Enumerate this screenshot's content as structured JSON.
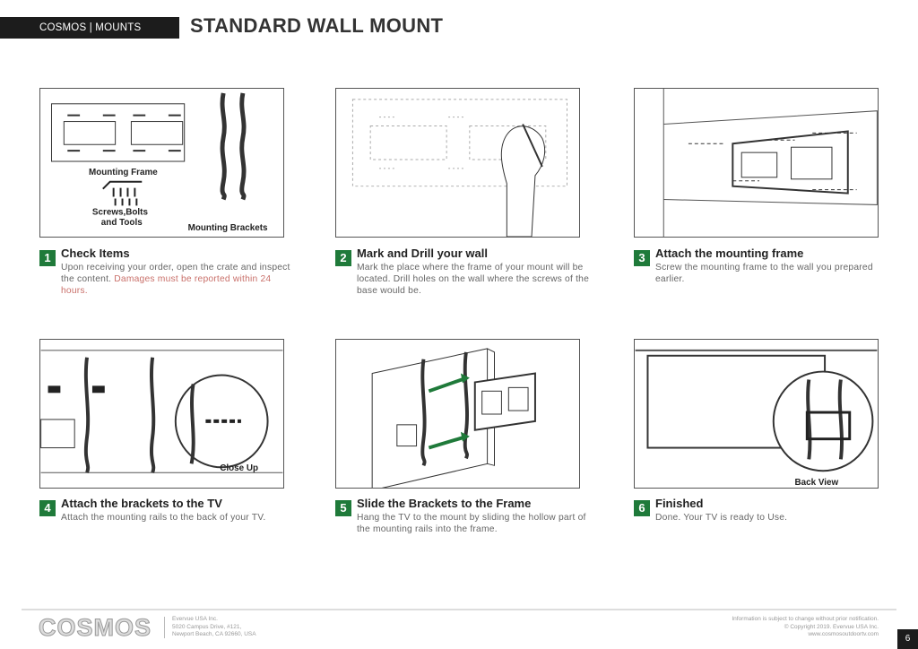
{
  "header": {
    "tag": "COSMOS  |  MOUNTS",
    "title": "STANDARD WALL MOUNT"
  },
  "panels": {
    "p1": {
      "frame_label": "Mounting Frame",
      "screws_label_1": "Screws,Bolts",
      "screws_label_2": "and Tools",
      "brackets_label": "Mounting Brackets"
    },
    "p4": {
      "closeup_label": "Close Up"
    },
    "p6": {
      "back_label": "Back View"
    }
  },
  "steps": [
    {
      "num": "1",
      "title": "Check Items",
      "desc": "Upon receiving your order, open the crate and inspect the content. ",
      "warning": "Damages must be reported within 24 hours."
    },
    {
      "num": "2",
      "title": "Mark and Drill your wall",
      "desc": "Mark the place where the frame of your mount will be located. Drill holes on the wall where the screws of the base would be."
    },
    {
      "num": "3",
      "title": "Attach the mounting frame",
      "desc": "Screw the mounting frame to the wall you prepared earlier."
    },
    {
      "num": "4",
      "title": "Attach the brackets to the TV",
      "desc": "Attach the mounting rails to the back of your TV."
    },
    {
      "num": "5",
      "title": "Slide the Brackets to the Frame",
      "desc": "Hang the TV to the mount by sliding the hollow part of the mounting rails into the frame."
    },
    {
      "num": "6",
      "title": "Finished",
      "desc": "Done. Your TV is ready to Use."
    }
  ],
  "footer": {
    "logo": "COSMOS",
    "company": "Evervue USA Inc.",
    "address1": "5020 Campus Drive, #121,",
    "address2": "Newport Beach, CA 92660, USA",
    "notice": "Information is subject to change without prior notification.",
    "copyright": "© Copyright 2019. Evervue USA Inc.",
    "website": "www.cosmosoutdoortv.com",
    "page": "6"
  },
  "colors": {
    "accent": "#1f7a3a",
    "warning": "#c9706a",
    "dark": "#1c1c1c"
  }
}
